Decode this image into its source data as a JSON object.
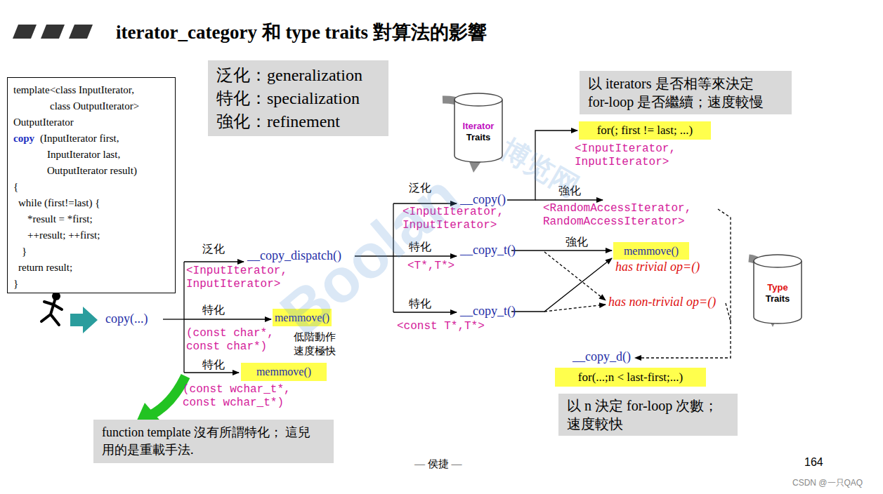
{
  "diagram": {
    "title": "iterator_category 和 type traits 對算法的影響",
    "nodes": [
      {
        "text": [
          "template<class InputIterator,",
          "class OutputIterator>",
          "OutputIterator",
          "copy",
          "(InputIterator first,",
          "InputIterator last,",
          "OutputIterator result)",
          "{",
          "while (first!=last) {",
          "*result = *first;",
          "++result; ++first;",
          "}",
          "return result;",
          "}"
        ]
      },
      {
        "text": [
          "泛化：generalization",
          "特化：specialization",
          "強化：refinement"
        ]
      },
      {
        "text": [
          "以 iterators 是否相等來決定 for-loop 是否繼續；速度較慢"
        ]
      },
      {
        "text": [
          "Iterator",
          "Traits"
        ]
      },
      {
        "text": [
          "for(; first != last; ...)"
        ]
      },
      {
        "text": [
          "memmove()"
        ]
      },
      {
        "text": [
          "memmove()"
        ]
      },
      {
        "text": [
          "function template 沒有所謂特化； 這兒用的是重載手法."
        ]
      },
      {
        "text": [
          "memmove()"
        ]
      },
      {
        "text": [
          "Type",
          "Traits"
        ]
      },
      {
        "text": [
          "for(...;n < last-first;...)"
        ]
      },
      {
        "text": [
          "以 n 決定 for-loop 次數； 速度較快"
        ]
      }
    ],
    "labels": [
      "copy(...)",
      "泛化",
      "__copy_dispatch()",
      "<InputIterator, InputIterator>",
      "特化",
      "(const char*, const char*)",
      "低階動作 速度極快",
      "特化",
      "(const wchar_t*, const wchar_t*)",
      "泛化",
      "__copy()",
      "<InputIterator, InputIterator>",
      "特化",
      "__copy_t()",
      "<T*,T*>",
      "特化",
      "__copy_t()",
      "<const T*,T*>",
      "強化",
      "<RandomAccessIterator, RandomAccessIterator>",
      "<InputIterator, InputIterator>",
      "強化",
      "has trivial op=()",
      "has non-trivial op=()",
      "__copy_d()",
      "— 侯捷 —",
      "164",
      "CSDN @一只QAQ",
      "Boolan",
      "博览网"
    ]
  }
}
